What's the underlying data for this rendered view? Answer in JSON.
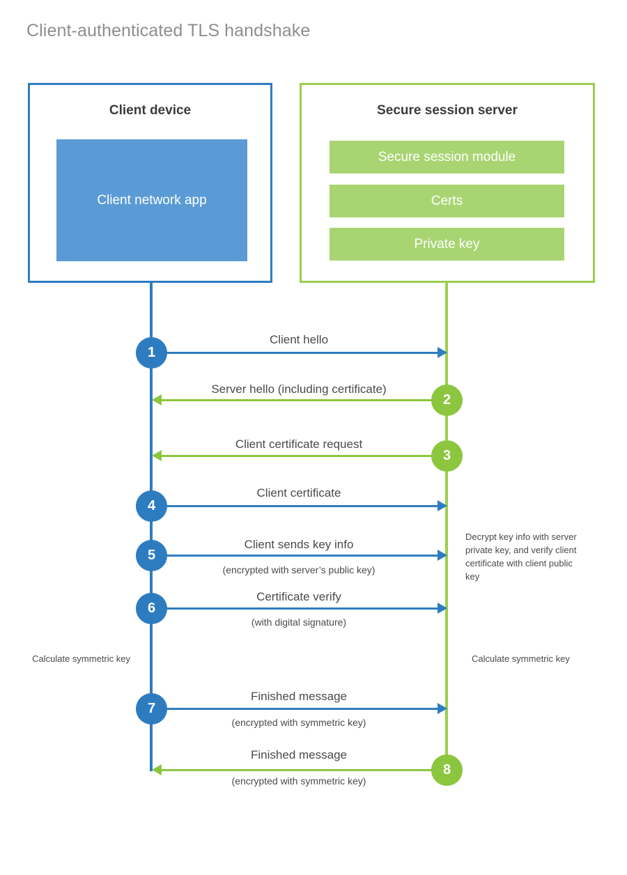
{
  "diagram": {
    "title": "Client-authenticated TLS handshake",
    "colors": {
      "client_accent": "#2e7cc0",
      "client_fill": "#5b9bd5",
      "server_accent": "#9ace4d",
      "server_arrow": "#8cc63f",
      "server_fill": "#a8d572",
      "title_text": "#8e8e8e",
      "body_text": "#4a4a4a",
      "heading_text": "#3b3b3b"
    },
    "parties": {
      "client": {
        "title": "Client device",
        "blocks": [
          {
            "label": "Client network app"
          }
        ]
      },
      "server": {
        "title": "Secure session server",
        "blocks": [
          {
            "label": "Secure session module"
          },
          {
            "label": "Certs"
          },
          {
            "label": "Private key"
          }
        ]
      }
    },
    "messages": [
      {
        "number": "1",
        "label": "Client hello",
        "sublabel": "",
        "direction": "client-to-server",
        "color": "blue"
      },
      {
        "number": "2",
        "label": "Server hello (including certificate)",
        "sublabel": "",
        "direction": "server-to-client",
        "color": "green"
      },
      {
        "number": "3",
        "label": "Client certificate request",
        "sublabel": "",
        "direction": "server-to-client",
        "color": "green"
      },
      {
        "number": "4",
        "label": "Client certificate",
        "sublabel": "",
        "direction": "client-to-server",
        "color": "blue"
      },
      {
        "number": "5",
        "label": "Client sends key info",
        "sublabel": "(encrypted with server’s public key)",
        "direction": "client-to-server",
        "color": "blue"
      },
      {
        "number": "6",
        "label": "Certificate verify",
        "sublabel": "(with digital signature)",
        "direction": "client-to-server",
        "color": "blue"
      },
      {
        "number": "7",
        "label": "Finished message",
        "sublabel": "(encrypted with symmetric key)",
        "direction": "client-to-server",
        "color": "blue"
      },
      {
        "number": "8",
        "label": "Finished message",
        "sublabel": "(encrypted with symmetric key)",
        "direction": "server-to-client",
        "color": "green"
      }
    ],
    "notes": [
      {
        "id": "server-decrypt-note",
        "text": "Decrypt key info with server private key, and verify client certificate with client public key"
      },
      {
        "id": "client-calc-note",
        "text": "Calculate symmetric key"
      },
      {
        "id": "server-calc-note",
        "text": "Calculate symmetric key"
      }
    ]
  }
}
